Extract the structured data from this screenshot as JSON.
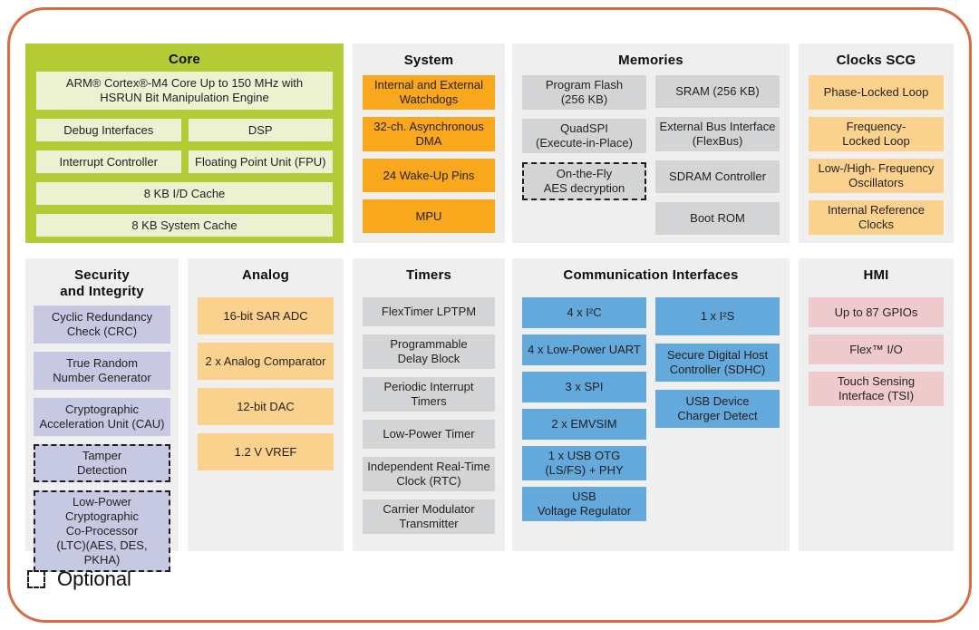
{
  "colors": {
    "frame": "#D96A42",
    "panel": "#EFEFEF",
    "core_bg": "#B4CB35",
    "core_block": "#EBF1D1",
    "orange_block": "#F9A81D",
    "light_orange_block": "#FBD28D",
    "gray_block": "#D3D4D5",
    "lavender_block": "#C7C8E2",
    "blue_block": "#63A9DB",
    "pink_block": "#EECACD",
    "text": "#231F20"
  },
  "sections": {
    "core": {
      "title": "Core",
      "blocks": [
        {
          "label": "ARM® Cortex®-M4 Core Up to 150 MHz with\nHSRUN Bit Manipulation Engine"
        },
        {
          "label": "Debug Interfaces"
        },
        {
          "label": "DSP"
        },
        {
          "label": "Interrupt Controller"
        },
        {
          "label": "Floating Point Unit (FPU)"
        },
        {
          "label": "8 KB I/D Cache"
        },
        {
          "label": "8 KB System Cache"
        }
      ]
    },
    "system": {
      "title": "System",
      "blocks": [
        {
          "label": "Internal and External\nWatchdogs"
        },
        {
          "label": "32-ch. Asynchronous\nDMA"
        },
        {
          "label": "24 Wake-Up Pins"
        },
        {
          "label": "MPU"
        }
      ]
    },
    "memories": {
      "title": "Memories",
      "left_blocks": [
        {
          "label": "Program Flash\n(256 KB)"
        },
        {
          "label": "QuadSPI\n(Execute-in-Place)"
        },
        {
          "label": "On-the-Fly\nAES decryption",
          "optional": true
        }
      ],
      "right_blocks": [
        {
          "label": "SRAM (256 KB)"
        },
        {
          "label": "External Bus Interface\n(FlexBus)"
        },
        {
          "label": "SDRAM Controller"
        },
        {
          "label": "Boot ROM"
        }
      ]
    },
    "clocks_scg": {
      "title": "Clocks SCG",
      "blocks": [
        {
          "label": "Phase-Locked Loop"
        },
        {
          "label": "Frequency-\nLocked Loop"
        },
        {
          "label": "Low-/High- Frequency\nOscillators"
        },
        {
          "label": "Internal Reference\nClocks"
        }
      ]
    },
    "security": {
      "title": "Security\nand Integrity",
      "blocks": [
        {
          "label": "Cyclic Redundancy\nCheck (CRC)"
        },
        {
          "label": "True Random\nNumber Generator"
        },
        {
          "label": "Cryptographic\nAcceleration Unit (CAU)"
        },
        {
          "label": "Tamper\nDetection",
          "optional": true
        },
        {
          "label": "Low-Power Cryptographic\nCo-Processor\n(LTC)(AES, DES, PKHA)",
          "optional": true
        }
      ]
    },
    "analog": {
      "title": "Analog",
      "blocks": [
        {
          "label": "16-bit SAR ADC"
        },
        {
          "label": "2 x Analog Comparator"
        },
        {
          "label": "12-bit DAC"
        },
        {
          "label": "1.2 V VREF"
        }
      ]
    },
    "timers": {
      "title": "Timers",
      "blocks": [
        {
          "label": "FlexTimer LPTPM"
        },
        {
          "label": "Programmable\nDelay Block"
        },
        {
          "label": "Periodic Interrupt\nTimers"
        },
        {
          "label": "Low-Power Timer"
        },
        {
          "label": "Independent Real-Time\nClock (RTC)"
        },
        {
          "label": "Carrier Modulator\nTransmitter"
        }
      ]
    },
    "communication": {
      "title": "Communication Interfaces",
      "left_blocks": [
        {
          "label": "4 x I²C"
        },
        {
          "label": "4 x Low-Power UART"
        },
        {
          "label": "3 x SPI"
        },
        {
          "label": "2 x EMVSIM"
        },
        {
          "label": "1 x USB OTG\n(LS/FS) + PHY"
        },
        {
          "label": "USB\nVoltage Regulator"
        }
      ],
      "right_blocks": [
        {
          "label": "1 x I²S"
        },
        {
          "label": "Secure Digital Host\nController (SDHC)"
        },
        {
          "label": "USB Device\nCharger Detect"
        }
      ]
    },
    "hmi": {
      "title": "HMI",
      "blocks": [
        {
          "label": "Up to 87 GPIOs"
        },
        {
          "label": "Flex™ I/O"
        },
        {
          "label": "Touch Sensing\nInterface (TSI)"
        }
      ]
    }
  },
  "legend": {
    "label": "Optional"
  }
}
